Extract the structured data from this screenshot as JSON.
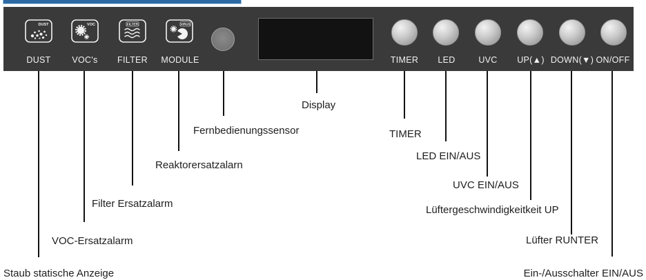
{
  "panel": {
    "indicators": [
      {
        "label": "DUST",
        "icon": "dust-icon",
        "icon_text": "DUST"
      },
      {
        "label": "VOC's",
        "icon": "voc-icon",
        "icon_text": "VOC"
      },
      {
        "label": "FILTER",
        "icon": "filter-icon",
        "icon_text": "FILTER"
      },
      {
        "label": "MODULE",
        "icon": "virus-module-icon",
        "icon_text": "VIRUS"
      }
    ],
    "buttons": [
      {
        "label": "TIMER"
      },
      {
        "label": "LED"
      },
      {
        "label": "UVC"
      },
      {
        "label": "UP(▲)"
      },
      {
        "label": "DOWN(▼)"
      },
      {
        "label": "ON/OFF"
      }
    ]
  },
  "callouts": {
    "dust": "Staub statische Anzeige",
    "voc": "VOC-Ersatzalarm",
    "filter": "Filter Ersatzalarm",
    "module": "Reaktorersatzalarn",
    "sensor": "Fernbedienungssensor",
    "display": "Display",
    "timer": "TIMER",
    "led": "LED EIN/AUS",
    "uvc": "UVC EIN/AUS",
    "up": "Lüftergeschwindigkeitkeit UP",
    "down": "Lüfter RUNTER",
    "power": "Ein-/Ausschalter EIN/AUS"
  },
  "colors": {
    "panel": "#3a3a3a",
    "panel_text": "#f2f2f2",
    "callout_text": "#1e1e1e",
    "leader_line": "#111111",
    "display": "#121212",
    "strip": "#2d6aa3"
  }
}
